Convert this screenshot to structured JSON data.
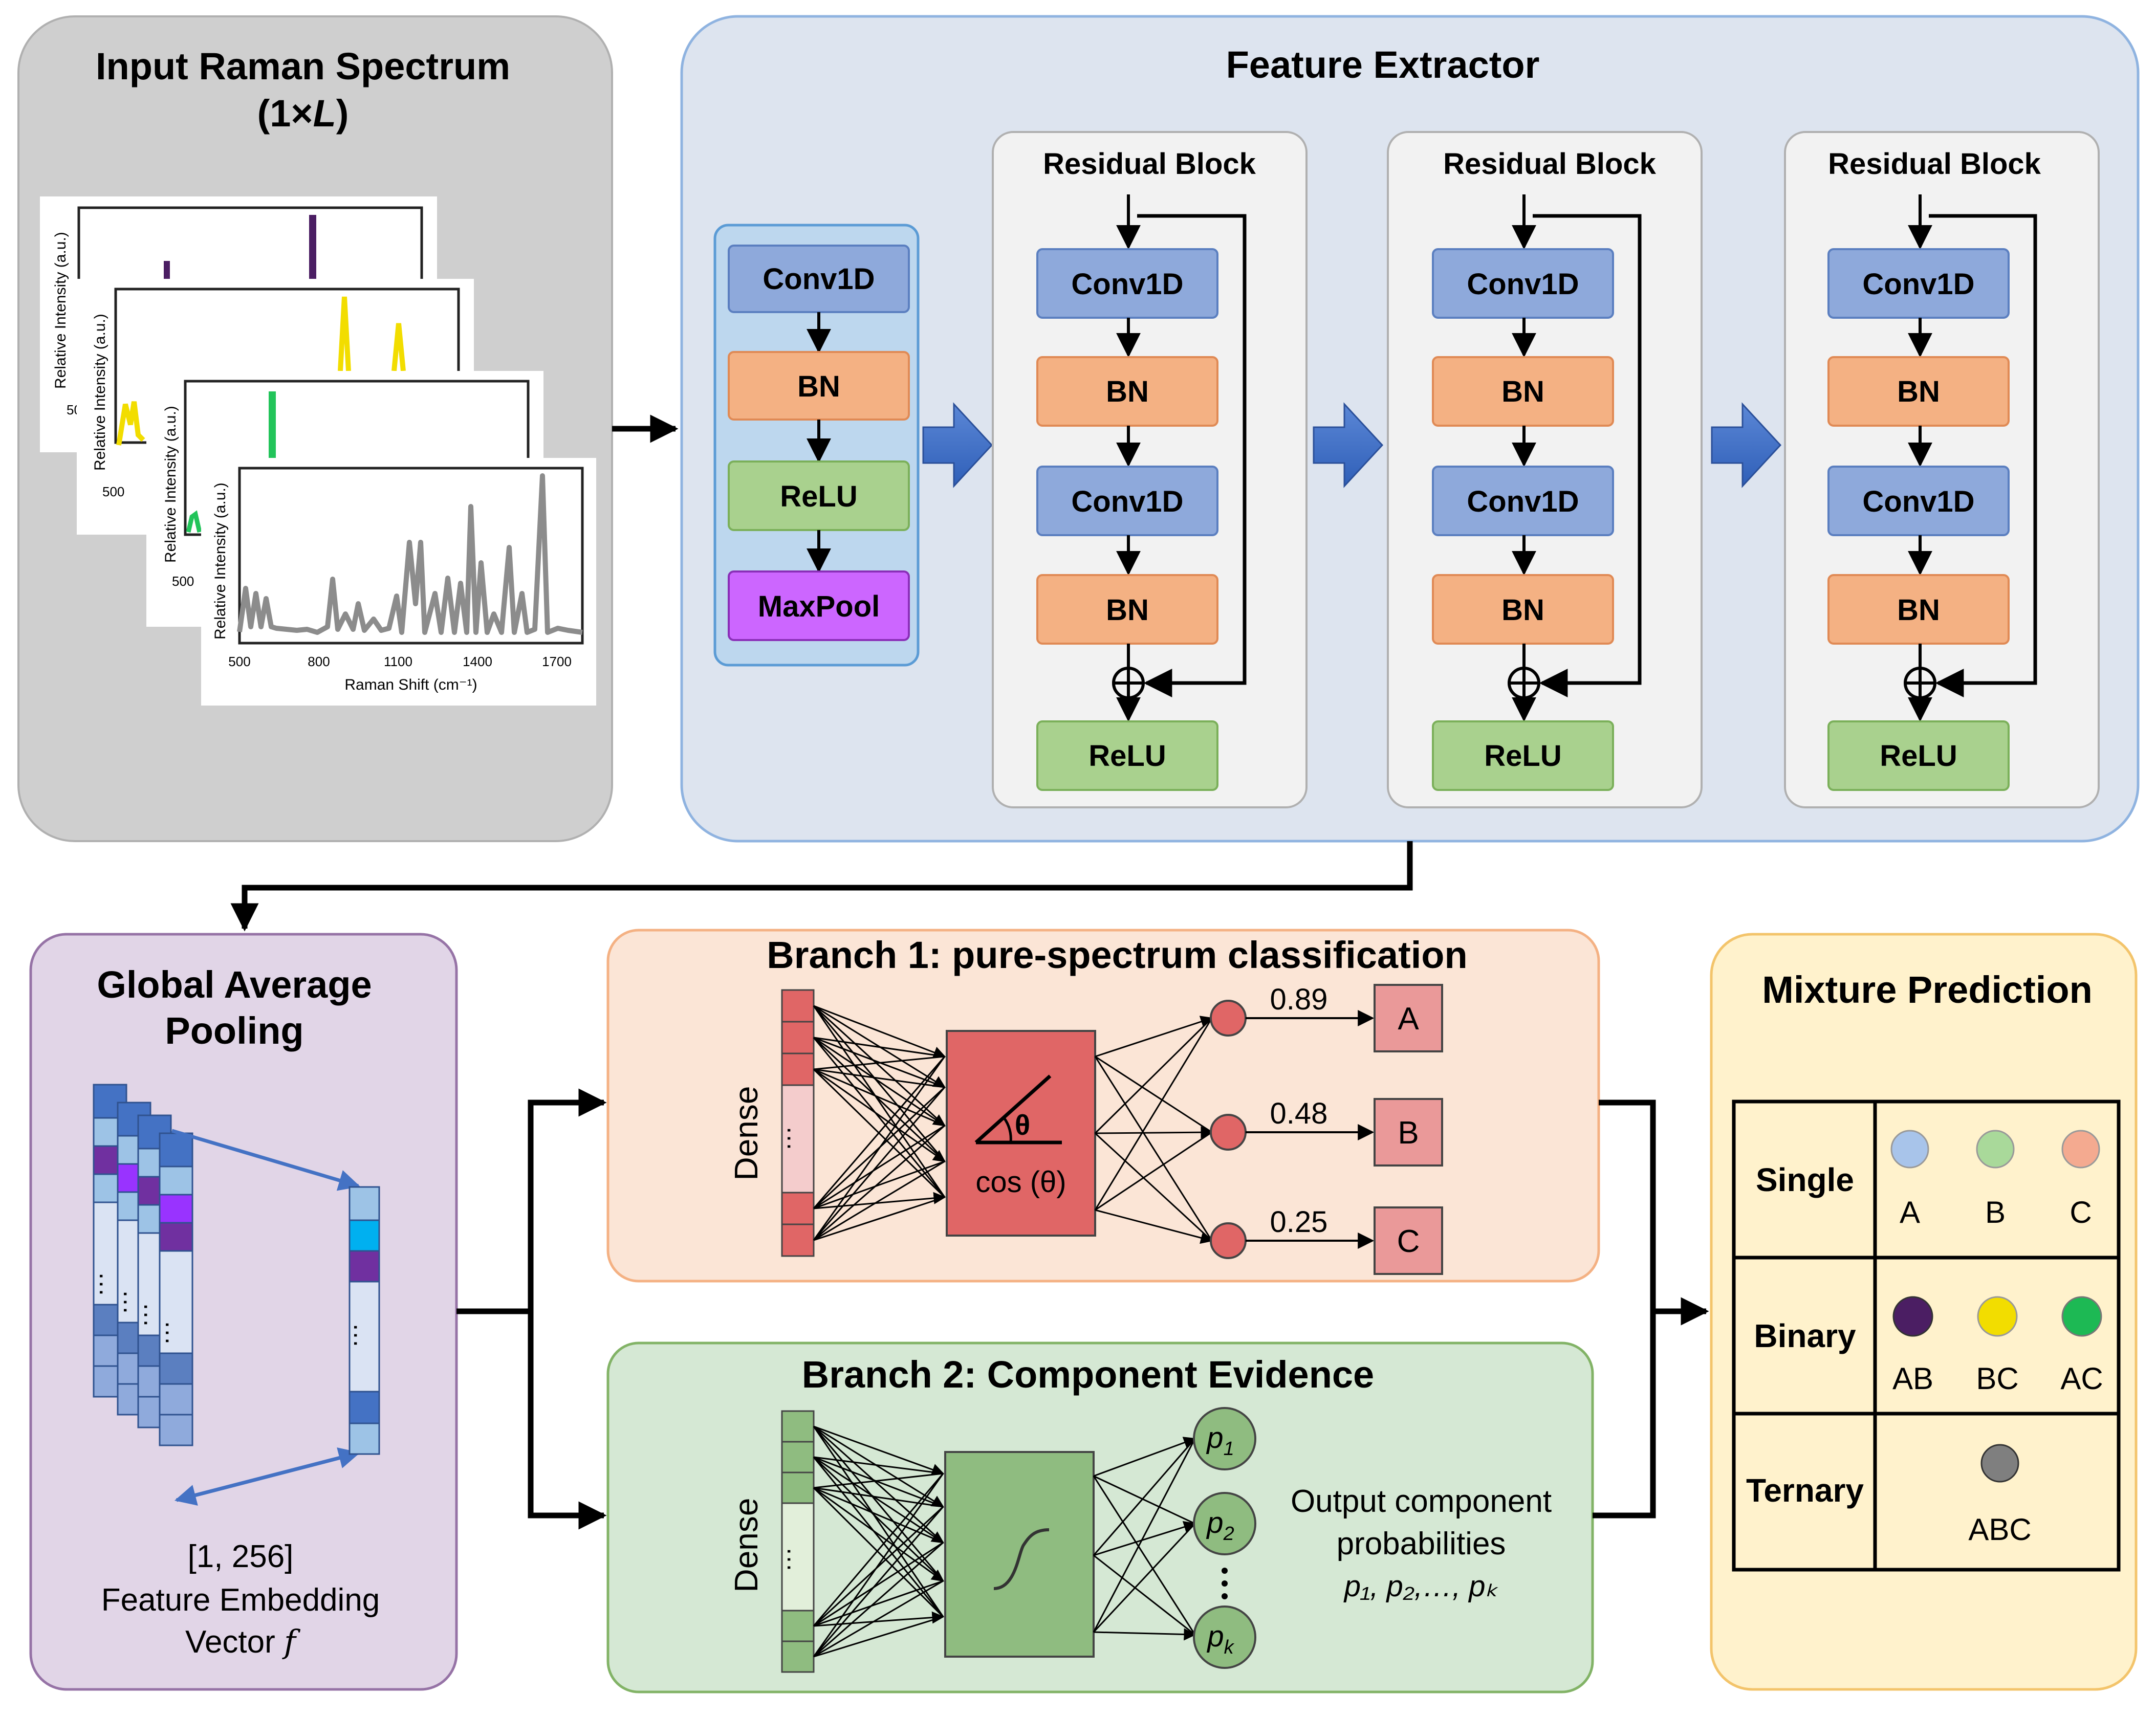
{
  "input_panel": {
    "title_line1": "Input Raman Spectrum",
    "title_line2_pre": "(1×",
    "title_line2_var": "L",
    "title_line2_post": ")",
    "spectra": {
      "ylabel": "Relative Intensity (a.u.)",
      "xlabel": "Raman Shift (cm⁻¹)",
      "xticks": [
        "500",
        "800",
        "1100",
        "1400",
        "1700"
      ],
      "partial_tick": "500",
      "colors": [
        "#4b1e63",
        "#f2dd00",
        "#22c45a",
        "#8c8c8c"
      ]
    }
  },
  "feature_extractor": {
    "title": "Feature Extractor",
    "stem": {
      "conv": "Conv1D",
      "bn": "BN",
      "relu": "ReLU",
      "pool": "MaxPool"
    },
    "blocks": [
      {
        "title": "Residual Block",
        "conv1": "Conv1D",
        "bn1": "BN",
        "conv2": "Conv1D",
        "bn2": "BN",
        "relu": "ReLU"
      },
      {
        "title": "Residual Block",
        "conv1": "Conv1D",
        "bn1": "BN",
        "conv2": "Conv1D",
        "bn2": "BN",
        "relu": "ReLU"
      },
      {
        "title": "Residual Block",
        "conv1": "Conv1D",
        "bn1": "BN",
        "conv2": "Conv1D",
        "bn2": "BN",
        "relu": "ReLU"
      }
    ]
  },
  "gap": {
    "title_line1": "Global Average",
    "title_line2": "Pooling",
    "dims": "[1, 256]",
    "caption_line1": "Feature Embedding",
    "caption_line2_pre": "Vector ",
    "caption_line2_var": "f"
  },
  "branch1": {
    "title": "Branch 1: pure-spectrum classification",
    "dense": "Dense",
    "angle_symbol": "θ",
    "cos_label": "cos (θ)",
    "outputs": [
      {
        "score": "0.89",
        "label": "A"
      },
      {
        "score": "0.48",
        "label": "B"
      },
      {
        "score": "0.25",
        "label": "C"
      }
    ]
  },
  "branch2": {
    "title": "Branch 2: Component Evidence",
    "dense": "Dense",
    "nodes": [
      {
        "base": "p",
        "sub": "1"
      },
      {
        "base": "p",
        "sub": "2"
      },
      {
        "base": "p",
        "sub": "k"
      }
    ],
    "caption_line1": "Output component",
    "caption_line2": "probabilities",
    "caption_formula": "p₁, p₂,…, pₖ"
  },
  "mixture": {
    "title": "Mixture Prediction",
    "rows": [
      {
        "label": "Single",
        "items": [
          {
            "label": "A",
            "color": "#a8c4ea"
          },
          {
            "label": "B",
            "color": "#a9d99a"
          },
          {
            "label": "C",
            "color": "#f4aa90"
          }
        ]
      },
      {
        "label": "Binary",
        "items": [
          {
            "label": "AB",
            "color": "#4b1e63"
          },
          {
            "label": "BC",
            "color": "#f2dd00"
          },
          {
            "label": "AC",
            "color": "#1db954"
          }
        ]
      },
      {
        "label": "Ternary",
        "items": [
          {
            "label": "ABC",
            "color": "#7f7f7f"
          }
        ]
      }
    ]
  },
  "colors": {
    "conv": "#8ea9db",
    "bn": "#f4b183",
    "relu": "#a9d18e",
    "maxpool": "#cc66ff",
    "branch1_accent": "#e06666",
    "branch2_accent": "#8fbc80"
  }
}
